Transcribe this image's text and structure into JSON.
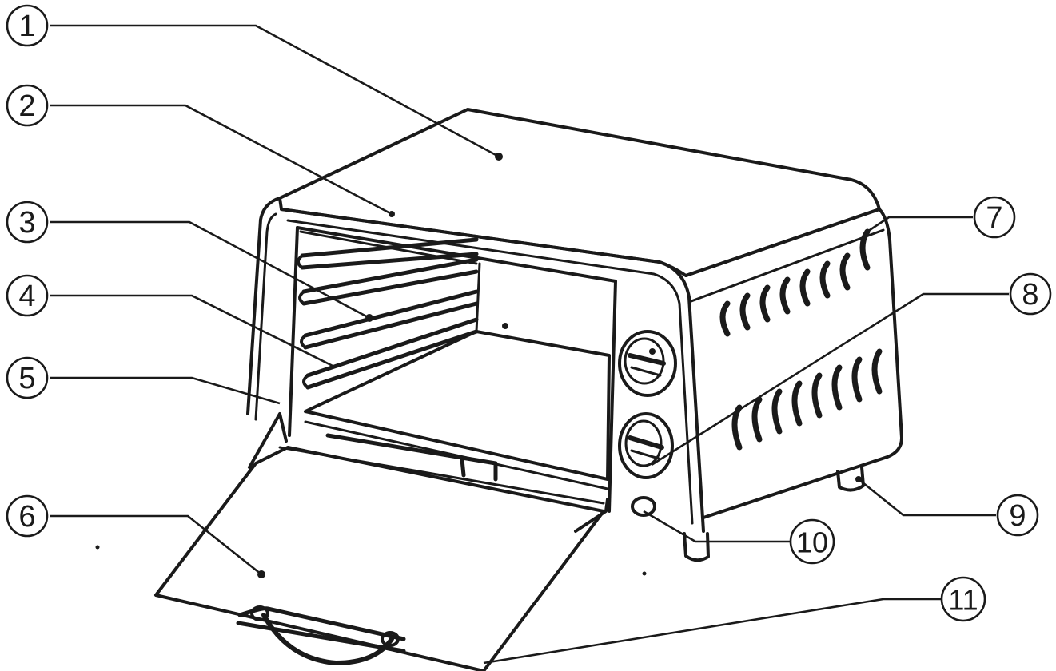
{
  "callouts": [
    "1",
    "2",
    "3",
    "4",
    "5",
    "6",
    "7",
    "8",
    "9",
    "10",
    "11"
  ],
  "colors": {
    "ink": "#1a1a1a",
    "background": "#ffffff"
  }
}
